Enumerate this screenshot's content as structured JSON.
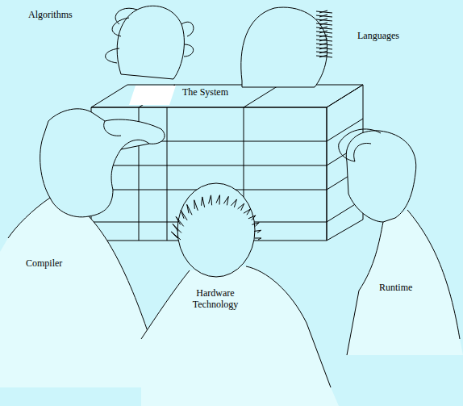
{
  "diagram": {
    "nodes": [
      {
        "text": [
          "The System"
        ]
      }
    ],
    "labels": [
      "Algorithms",
      "Languages",
      "Compiler",
      "Hardware Technology",
      "Runtime"
    ]
  }
}
